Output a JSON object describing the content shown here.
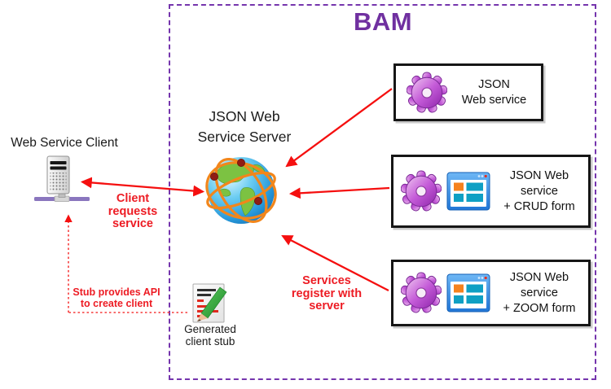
{
  "bam": {
    "label": "BAM"
  },
  "client": {
    "label": "Web Service Client",
    "icon": "server-tower-icon"
  },
  "server": {
    "label_line1": "JSON Web",
    "label_line2": "Service Server",
    "icon": "globe-icon"
  },
  "service_boxes": [
    {
      "line1": "JSON",
      "line2": "Web service",
      "icons": [
        "gear-icon"
      ]
    },
    {
      "line1": "JSON Web service",
      "line2": "+ CRUD form",
      "icons": [
        "gear-icon",
        "form-window-icon"
      ]
    },
    {
      "line1": "JSON Web service",
      "line2": "+ ZOOM form",
      "icons": [
        "gear-icon",
        "form-window-icon"
      ]
    }
  ],
  "stub": {
    "label_line1": "Generated",
    "label_line2": "client stub",
    "icon": "notepad-pencil-icon"
  },
  "annotations": {
    "client_requests": {
      "line1": "Client",
      "line2": "requests",
      "line3": "service"
    },
    "services_register": {
      "line1": "Services",
      "line2": "register with",
      "line3": "server"
    },
    "stub_provides": {
      "line1": "Stub provides API",
      "line2": "to create client"
    }
  },
  "colors": {
    "purple": "#7030A0",
    "red": "#ED1C24",
    "box_border": "#161616"
  }
}
